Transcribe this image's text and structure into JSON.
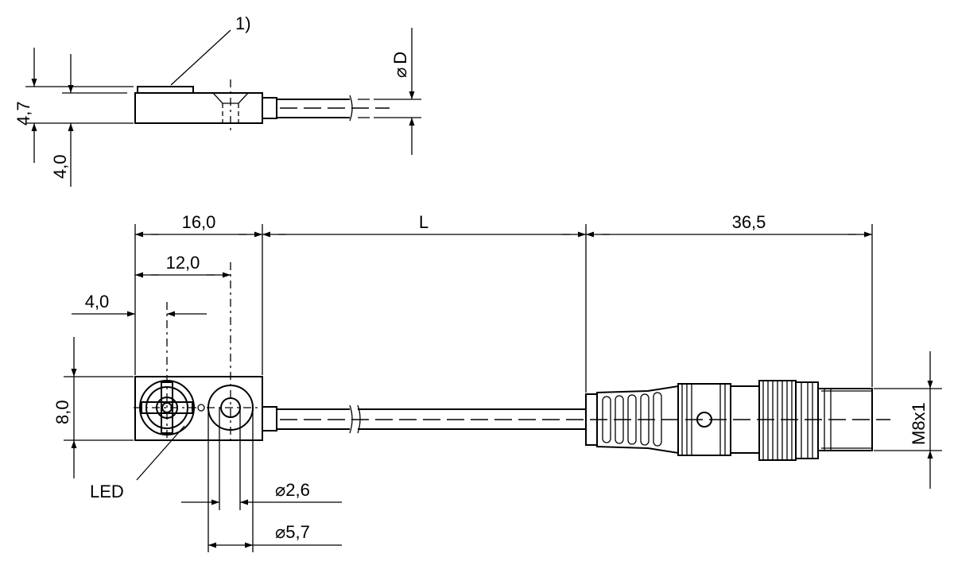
{
  "labels": {
    "note": "1)",
    "diameter_cable": "D",
    "height_total": "4,7",
    "height_body": "4,0",
    "width_body": "16,0",
    "hole_pos": "12,0",
    "led_pos": "4,0",
    "cable_length": "L",
    "connector_length": "36,5",
    "body_height": "8,0",
    "led": "LED",
    "hole_small": "2,6",
    "hole_large": "5,7",
    "thread": "M8x1"
  },
  "symbols": {
    "diameter": "⌀"
  }
}
